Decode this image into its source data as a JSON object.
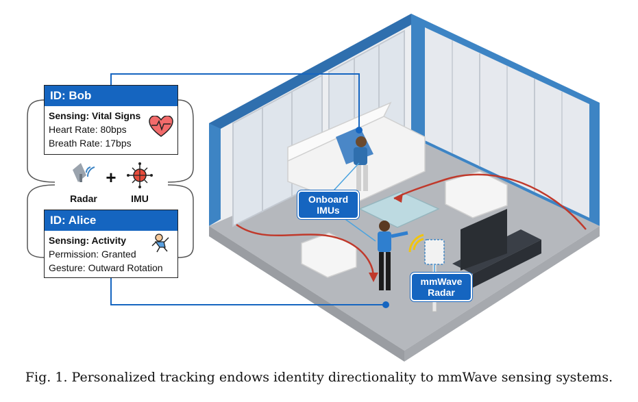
{
  "bob": {
    "id_label": "ID: Bob",
    "sensing": "Sensing: Vital Signs",
    "heart_rate": "Heart Rate: 80bps",
    "breath_rate": "Breath Rate: 17bps",
    "icon": "heart-monitor-icon"
  },
  "alice": {
    "id_label": "ID: Alice",
    "sensing": "Sensing: Activity",
    "permission": "Permission: Granted",
    "gesture": "Gesture: Outward Rotation",
    "icon": "person-activity-icon"
  },
  "fusion": {
    "radar_label": "Radar",
    "plus": "+",
    "imu_label": "IMU"
  },
  "callouts": {
    "onboard_imus": "Onboard IMUs",
    "mmwave_radar": "mmWave Radar"
  },
  "caption": "Fig. 1.  Personalized tracking endows identity directionality to mmWave sensing systems.",
  "colors": {
    "accent_blue": "#1565c0",
    "wall_blue": "#3d84c4",
    "path_red": "#c0392b",
    "floor_gray": "#b9bcc1"
  }
}
